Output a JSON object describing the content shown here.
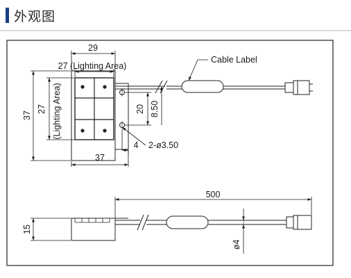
{
  "header": {
    "title": "外观图"
  },
  "drawing": {
    "dims": {
      "width_outer": "29",
      "lighting_horizontal": "27 (Lighting Area)",
      "height_outer": "37",
      "height_lighting": "27",
      "lighting_vertical": "(Lighting Area)",
      "hole_spacing": "20",
      "hole_offset": "8.50",
      "hole_edge": "4",
      "hole_spec": "2-ø3.50",
      "base_width": "37",
      "cable_length": "500",
      "side_height": "15",
      "cable_diameter": "ø4"
    },
    "callouts": {
      "cable_label": "Cable Label"
    }
  }
}
